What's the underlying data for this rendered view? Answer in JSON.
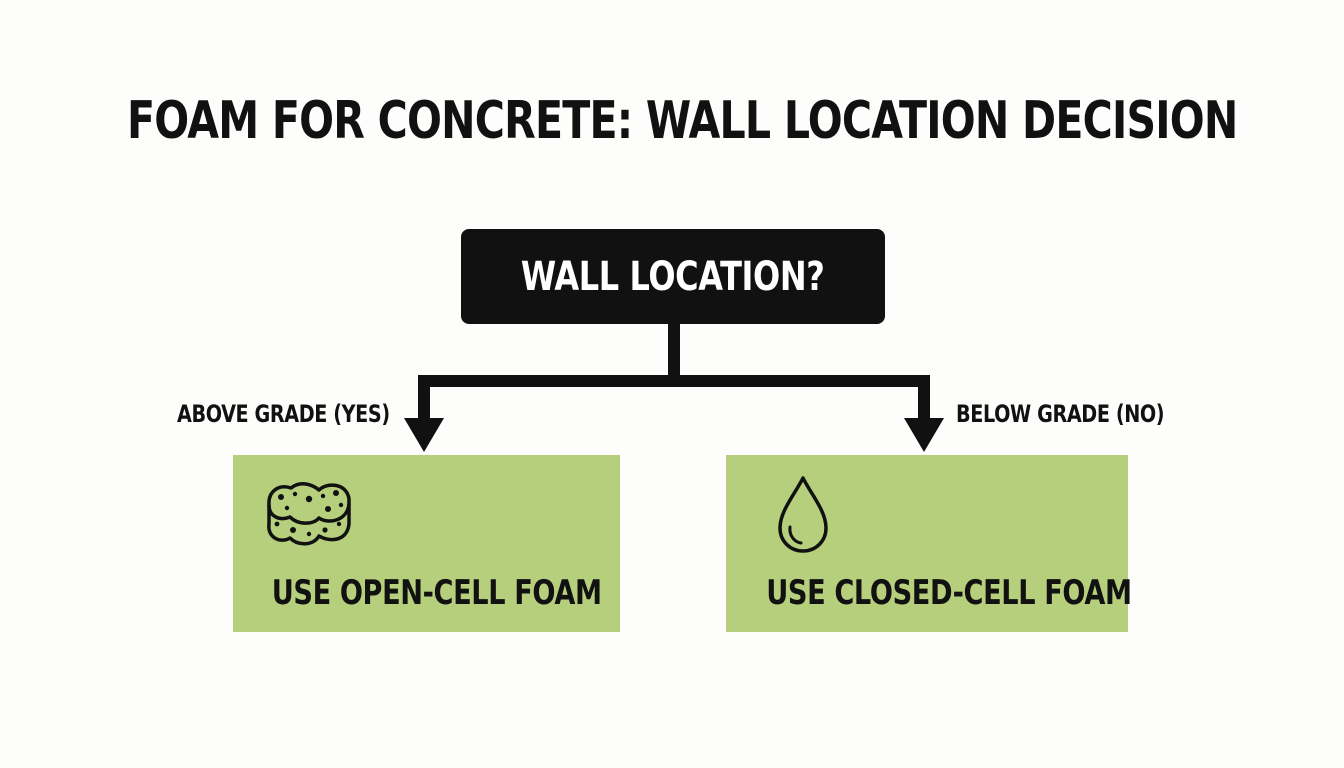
{
  "title": "FOAM FOR CONCRETE: WALL LOCATION DECISION",
  "decision": {
    "question": "WALL LOCATION?"
  },
  "branches": [
    {
      "label": "ABOVE GRADE (YES)",
      "result": "USE OPEN-CELL FOAM",
      "icon": "sponge-icon"
    },
    {
      "label": "BELOW GRADE (NO)",
      "result": "USE CLOSED-CELL FOAM",
      "icon": "water-drop-icon"
    }
  ],
  "colors": {
    "background": "#fdfdfb",
    "question_box": "#111111",
    "result_box": "#b5cf7d",
    "text": "#111111"
  }
}
